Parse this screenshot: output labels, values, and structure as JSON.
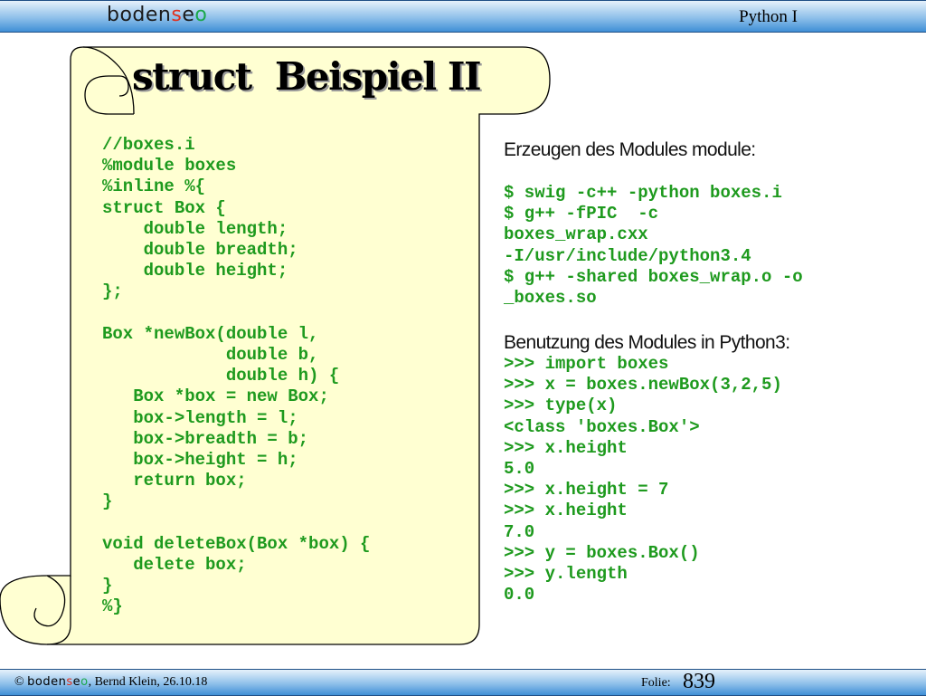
{
  "header": {
    "logo": {
      "part1": "boden",
      "part2": "s",
      "part3": "e",
      "part4": "o"
    },
    "course": "Python I"
  },
  "title": "struct  Beispiel II",
  "left_code": "//boxes.i\n%module boxes\n%inline %{\nstruct Box {\n    double length;\n    double breadth;\n    double height;\n};\n\nBox *newBox(double l,\n            double b,\n            double h) {\n   Box *box = new Box;\n   box->length = l;\n   box->breadth = b;\n   box->height = h;\n   return box;\n}\n\nvoid deleteBox(Box *box) {\n   delete box;\n}\n%}",
  "right": {
    "intro": "Erzeugen des Modules module:",
    "build_code": "$ swig -c++ -python boxes.i\n$ g++ -fPIC  -c\nboxes_wrap.cxx\n-I/usr/include/python3.4\n$ g++ -shared boxes_wrap.o -o\n_boxes.so",
    "usage_intro": "Benutzung des Modules in Python3:",
    "usage_code": ">>> import boxes\n>>> x = boxes.newBox(3,2,5)\n>>> type(x)\n<class 'boxes.Box'>\n>>> x.height\n5.0\n>>> x.height = 7\n>>> x.height\n7.0\n>>> y = boxes.Box()\n>>> y.length\n0.0"
  },
  "footer": {
    "copyright": "©",
    "author": ", Bernd Klein, 26.10.18",
    "folie_label": "Folie:",
    "folie_number": "839"
  },
  "colors": {
    "code_green": "#1e9a1e",
    "scroll_fill": "#ffffd2",
    "bar_blue": "#3f8fd6"
  }
}
